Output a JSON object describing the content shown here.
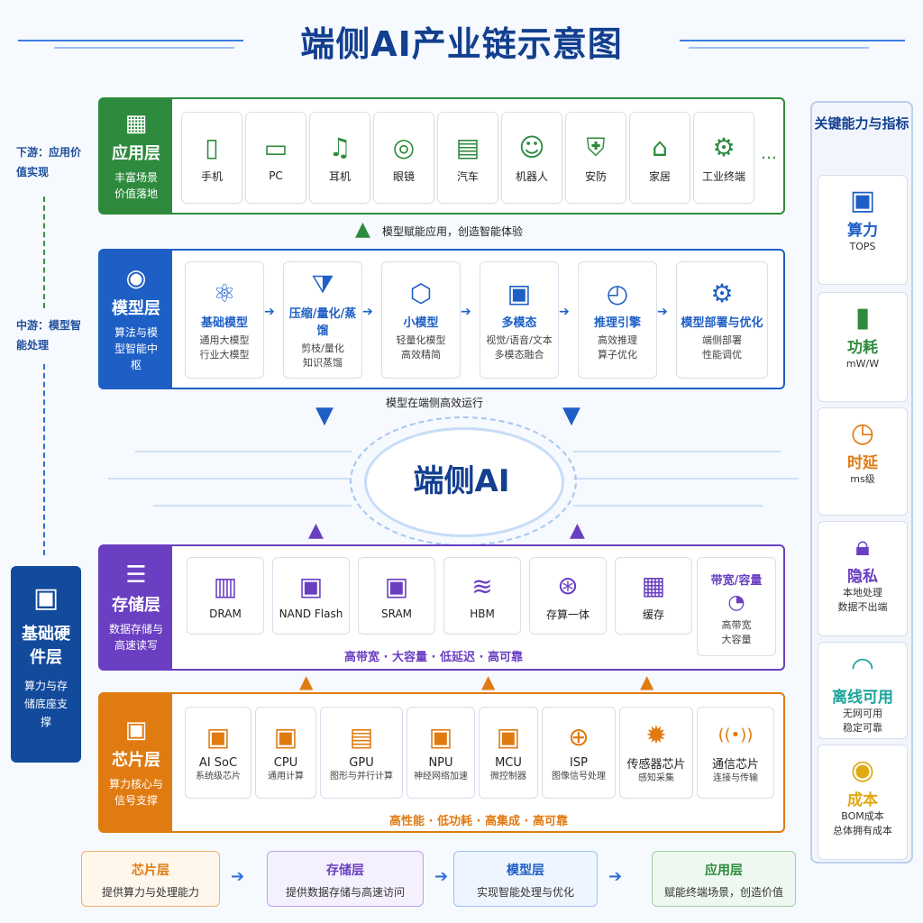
{
  "title": "端侧AI产业链示意图",
  "axis": {
    "downstream": "下游：应用价值实现",
    "midstream": "中游：模型智能处理"
  },
  "app_layer": {
    "name": "应用层",
    "desc": "丰富场景价值落地",
    "items": [
      "手机",
      "PC",
      "耳机",
      "眼镜",
      "汽车",
      "机器人",
      "安防",
      "家居",
      "工业终端"
    ],
    "more": "…",
    "color": "#2e8b3e"
  },
  "note_app": "模型赋能应用，创造智能体验",
  "model_layer": {
    "name": "模型层",
    "desc": "算法与模型智能中枢",
    "color": "#1e5fc6",
    "items": [
      {
        "title": "基础模型",
        "sub1": "通用大模型",
        "sub2": "行业大模型"
      },
      {
        "title": "压缩/量化/蒸馏",
        "sub1": "剪枝/量化",
        "sub2": "知识蒸馏"
      },
      {
        "title": "小模型",
        "sub1": "轻量化模型",
        "sub2": "高效精简"
      },
      {
        "title": "多模态",
        "sub1": "视觉/语音/文本",
        "sub2": "多模态融合"
      },
      {
        "title": "推理引擎",
        "sub1": "高效推理",
        "sub2": "算子优化"
      },
      {
        "title": "模型部署与优化",
        "sub1": "端侧部署",
        "sub2": "性能调优"
      }
    ]
  },
  "note_model": "模型在端侧高效运行",
  "center": "端侧AI",
  "hardware": {
    "name": "基础硬件层",
    "desc": "算力与存储底座支撑"
  },
  "storage_layer": {
    "name": "存储层",
    "desc": "数据存储与高速读写",
    "color": "#6a3fc2",
    "items": [
      "DRAM",
      "NAND Flash",
      "SRAM",
      "HBM",
      "存算一体",
      "缓存"
    ],
    "extra": {
      "title": "带宽/容量",
      "sub1": "高带宽",
      "sub2": "大容量"
    },
    "tagline": "高带宽 · 大容量 · 低延迟 · 高可靠"
  },
  "chip_layer": {
    "name": "芯片层",
    "desc": "算力核心与信号支撑",
    "color": "#e07b12",
    "items": [
      {
        "title": "AI SoC",
        "sub": "系统级芯片"
      },
      {
        "title": "CPU",
        "sub": "通用计算"
      },
      {
        "title": "GPU",
        "sub": "图形与并行计算"
      },
      {
        "title": "NPU",
        "sub": "神经网络加速"
      },
      {
        "title": "MCU",
        "sub": "微控制器"
      },
      {
        "title": "ISP",
        "sub": "图像信号处理"
      },
      {
        "title": "传感器芯片",
        "sub": "感知采集"
      },
      {
        "title": "通信芯片",
        "sub": "连接与传输"
      }
    ],
    "tagline": "高性能 · 低功耗 · 高集成 · 高可靠"
  },
  "side": {
    "title": "关键能力与指标",
    "metrics": [
      {
        "name": "算力",
        "sub1": "TOPS",
        "sub2": ""
      },
      {
        "name": "功耗",
        "sub1": "mW/W",
        "sub2": ""
      },
      {
        "name": "时延",
        "sub1": "ms级",
        "sub2": ""
      },
      {
        "name": "隐私",
        "sub1": "本地处理",
        "sub2": "数据不出端"
      },
      {
        "name": "离线可用",
        "sub1": "无网可用",
        "sub2": "稳定可靠"
      },
      {
        "name": "成本",
        "sub1": "BOM成本",
        "sub2": "总体拥有成本"
      }
    ]
  },
  "flow": [
    {
      "title": "芯片层",
      "sub": "提供算力与处理能力"
    },
    {
      "title": "存储层",
      "sub": "提供数据存储与高速访问"
    },
    {
      "title": "模型层",
      "sub": "实现智能处理与优化"
    },
    {
      "title": "应用层",
      "sub": "赋能终端场景，创造价值"
    }
  ]
}
